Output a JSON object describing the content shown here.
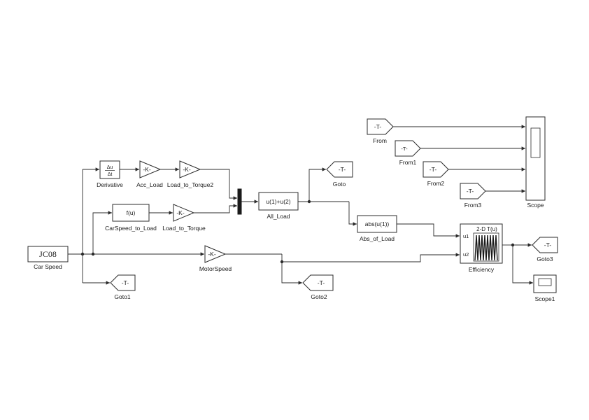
{
  "blocks": {
    "car_speed": {
      "text": "JC08",
      "label": "Car Speed"
    },
    "derivative": {
      "num": "Δu",
      "den": "Δt",
      "label": "Derivative"
    },
    "acc_load": {
      "text": "-K-",
      "label": "Acc_Load"
    },
    "load_to_torque2": {
      "text": "-K-",
      "label": "Load_to_Torque2"
    },
    "carspeed_to_load": {
      "text": "f(u)",
      "label": "CarSpeed_to_Load"
    },
    "load_to_torque": {
      "text": "-K-",
      "label": "Load_to_Torque"
    },
    "all_load": {
      "text": "u(1)+u(2)",
      "label": "All_Load"
    },
    "goto": {
      "text": "-T-",
      "label": "Goto"
    },
    "abs_of_load": {
      "text": "abs(u(1))",
      "label": "Abs_of_Load"
    },
    "motor_speed": {
      "text": "-K-",
      "label": "MotorSpeed"
    },
    "goto1": {
      "text": "-T-",
      "label": "Goto1"
    },
    "goto2": {
      "text": "-T-",
      "label": "Goto2"
    },
    "efficiency": {
      "title": "2-D T(u)",
      "port1": "u1",
      "port2": "u2",
      "label": "Efficiency"
    },
    "goto3": {
      "text": "-T-",
      "label": "Goto3"
    },
    "scope1": {
      "label": "Scope1"
    },
    "from": {
      "text": "-T-",
      "label": "From"
    },
    "from1": {
      "text": "-T-",
      "label": "From1"
    },
    "from2": {
      "text": "-T-",
      "label": "From2"
    },
    "from3": {
      "text": "-T-",
      "label": "From3"
    },
    "scope": {
      "label": "Scope"
    }
  }
}
